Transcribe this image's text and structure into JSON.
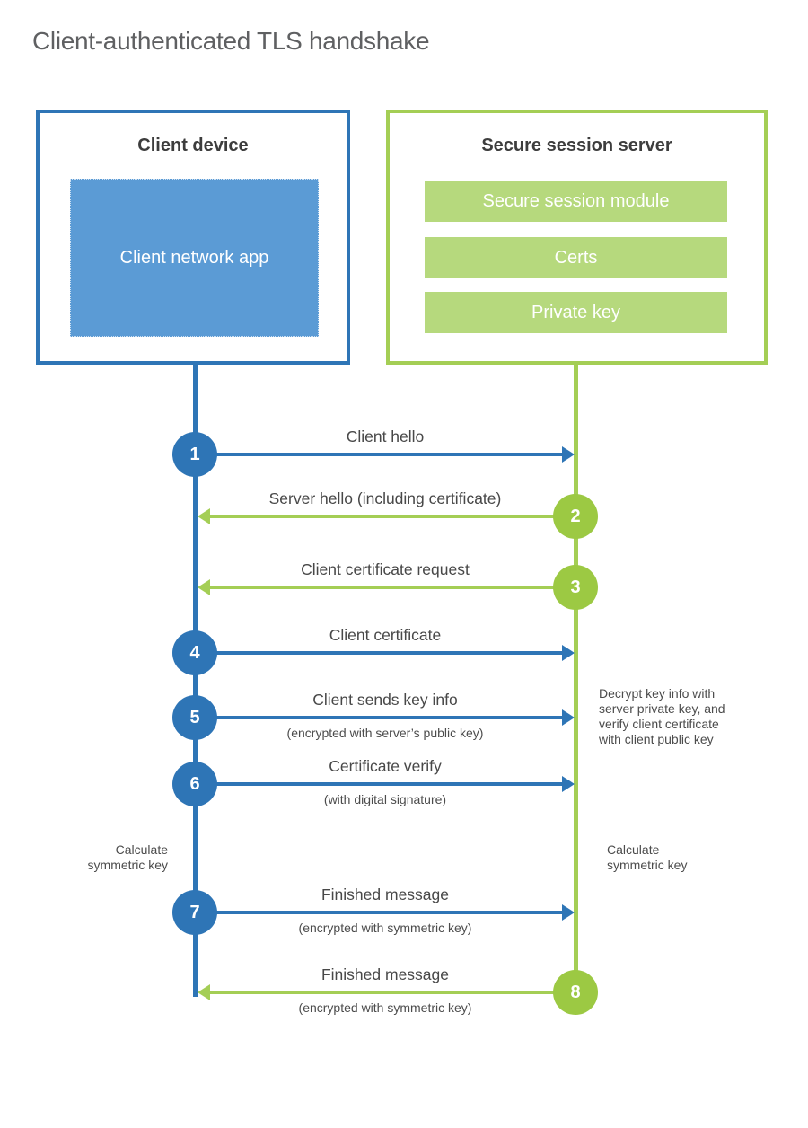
{
  "page_title": "Client-authenticated TLS handshake",
  "client": {
    "title": "Client device",
    "app": "Client network app"
  },
  "server": {
    "title": "Secure session server",
    "modules": [
      "Secure session module",
      "Certs",
      "Private key"
    ]
  },
  "messages": [
    {
      "num": "1",
      "label": "Client hello",
      "sub": "",
      "direction": "client-to-server"
    },
    {
      "num": "2",
      "label": "Server hello (including certificate)",
      "sub": "",
      "direction": "server-to-client"
    },
    {
      "num": "3",
      "label": "Client certificate request",
      "sub": "",
      "direction": "server-to-client"
    },
    {
      "num": "4",
      "label": "Client certificate",
      "sub": "",
      "direction": "client-to-server"
    },
    {
      "num": "5",
      "label": "Client sends key info",
      "sub": "(encrypted with server’s public key)",
      "direction": "client-to-server"
    },
    {
      "num": "6",
      "label": "Certificate verify",
      "sub": "(with digital signature)",
      "direction": "client-to-server"
    },
    {
      "num": "7",
      "label": "Finished message",
      "sub": "(encrypted with symmetric key)",
      "direction": "client-to-server"
    },
    {
      "num": "8",
      "label": "Finished message",
      "sub": "(encrypted with symmetric key)",
      "direction": "server-to-client"
    }
  ],
  "notes": {
    "decrypt": "Decrypt key info with\nserver private key, and\nverify client certificate\nwith client public key",
    "calculate_left": "Calculate\nsymmetric key",
    "calculate_right": "Calculate\nsymmetric key"
  },
  "colors": {
    "client_blue": "#2e75b6",
    "client_fill_blue": "#5b9bd5",
    "server_green": "#a4ce55",
    "server_circle_green": "#9cc943",
    "server_fill_green": "#b6d97d"
  }
}
